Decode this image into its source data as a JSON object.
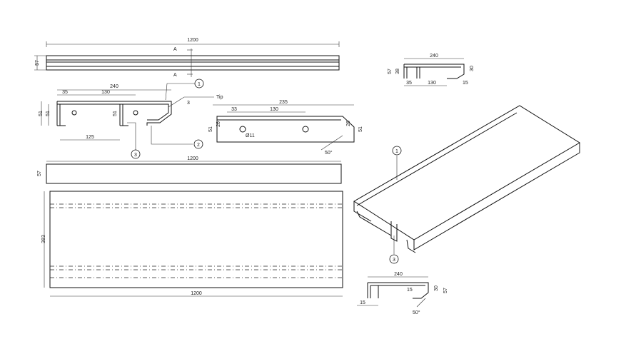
{
  "drawing": {
    "top_view": {
      "length": "1200",
      "height": "57",
      "section_a": "A"
    },
    "section_left": {
      "width": "240",
      "d35": "35",
      "d130": "130",
      "d51": "51",
      "d125": "125",
      "d3": "3",
      "tip": "Tip"
    },
    "side_detail": {
      "d235": "235",
      "d33": "33",
      "d130": "130",
      "d51": "51",
      "d26": "26",
      "hole": "Ø11",
      "angle": "50°"
    },
    "small_top": {
      "d240": "240",
      "d57": "57",
      "d38": "38",
      "d35": "35",
      "d130": "130",
      "d15": "15",
      "d30": "30"
    },
    "middle_bar": {
      "length": "1200",
      "height": "57"
    },
    "plan_view": {
      "length": "1200",
      "width": "383"
    },
    "bottom_section": {
      "d240": "240",
      "d15a": "15",
      "d15b": "15",
      "d30": "30",
      "d57": "57",
      "angle": "50°"
    },
    "callouts": [
      "1",
      "2",
      "3"
    ]
  }
}
